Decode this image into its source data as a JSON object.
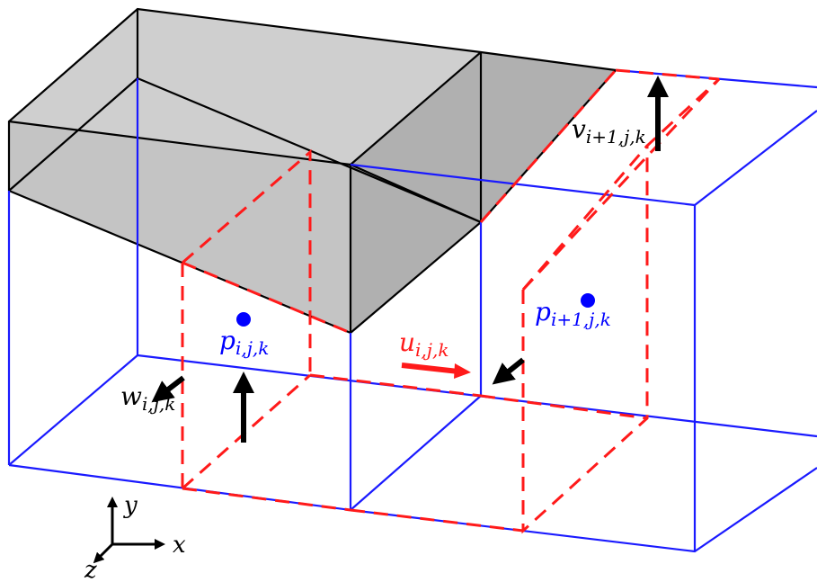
{
  "colors": {
    "grid": "#1a1aff",
    "face": "#ff1a1a",
    "solid": "#b4b4b4",
    "edge": "#000000",
    "pressure": "#0000ff",
    "u_arrow": "#ff1a1a",
    "arrow": "#000000"
  },
  "labels": {
    "p_ijk": {
      "base": "p",
      "sub": "i,j,k"
    },
    "p_i1jk": {
      "base": "p",
      "sub": "i+1,j,k"
    },
    "u_ijk": {
      "base": "u",
      "sub": "i,j,k"
    },
    "v_i1jk": {
      "base": "v",
      "sub": "i+1,j,k"
    },
    "w_ijk": {
      "base": "w",
      "sub": "i,j,k"
    }
  },
  "axes": {
    "x": "x",
    "y": "y",
    "z": "z"
  }
}
